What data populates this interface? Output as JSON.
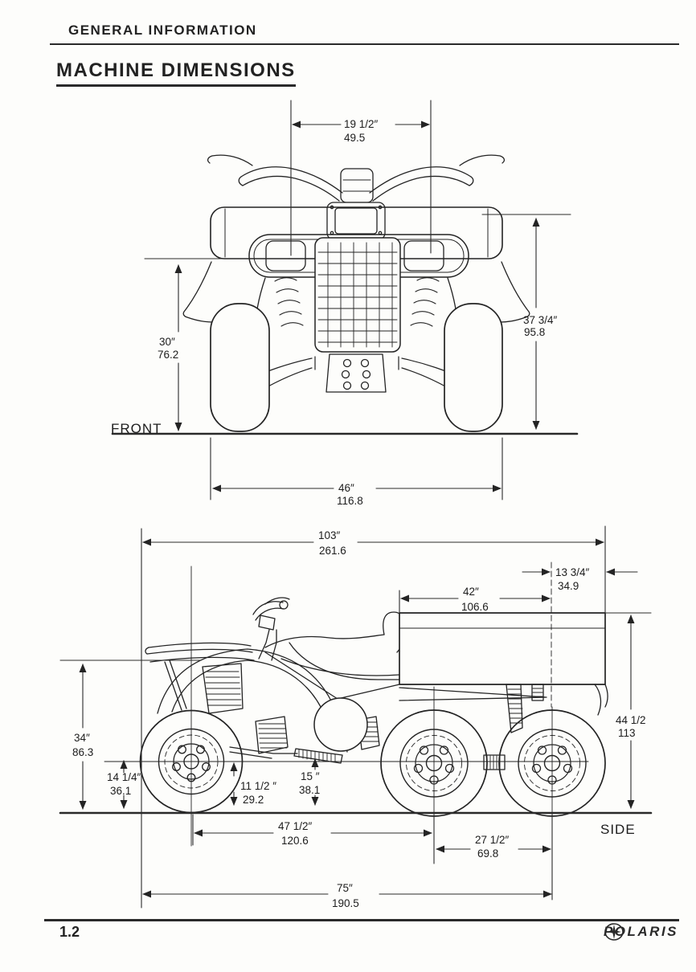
{
  "page": {
    "header": "GENERAL INFORMATION",
    "title": "MACHINE DIMENSIONS",
    "footer": {
      "page_number": "1.2",
      "brand": "POLARIS"
    }
  },
  "front_view": {
    "label": "FRONT",
    "dims": {
      "handlebar_width": {
        "in": "19 1/2″",
        "cm": "49.5"
      },
      "headlight_height": {
        "in": "30″",
        "cm": "76.2"
      },
      "rack_height": {
        "in": "37 3/4″",
        "cm": "95.8"
      },
      "overall_width": {
        "in": "46″",
        "cm": "116.8"
      }
    }
  },
  "side_view": {
    "label": "SIDE",
    "dims": {
      "overall_length": {
        "in": "103″",
        "cm": "261.6"
      },
      "rear_overhang": {
        "in": "13 3/4″",
        "cm": "34.9"
      },
      "box_length": {
        "in": "42″",
        "cm": "106.6"
      },
      "box_height": {
        "in": "44 1/2",
        "cm": "113"
      },
      "seat_height": {
        "in": "34″",
        "cm": "86.3"
      },
      "axle_height": {
        "in": "14 1/4″",
        "cm": "36.1"
      },
      "footboard_clearance": {
        "in": "11 1/2 ″",
        "cm": "29.2"
      },
      "ground_clearance": {
        "in": "15 ″",
        "cm": "38.1"
      },
      "front_to_mid_wheel": {
        "in": "47 1/2″",
        "cm": "120.6"
      },
      "mid_to_rear_wheel": {
        "in": "27 1/2″",
        "cm": "69.8"
      },
      "wheelbase": {
        "in": "75″",
        "cm": "190.5"
      }
    }
  }
}
